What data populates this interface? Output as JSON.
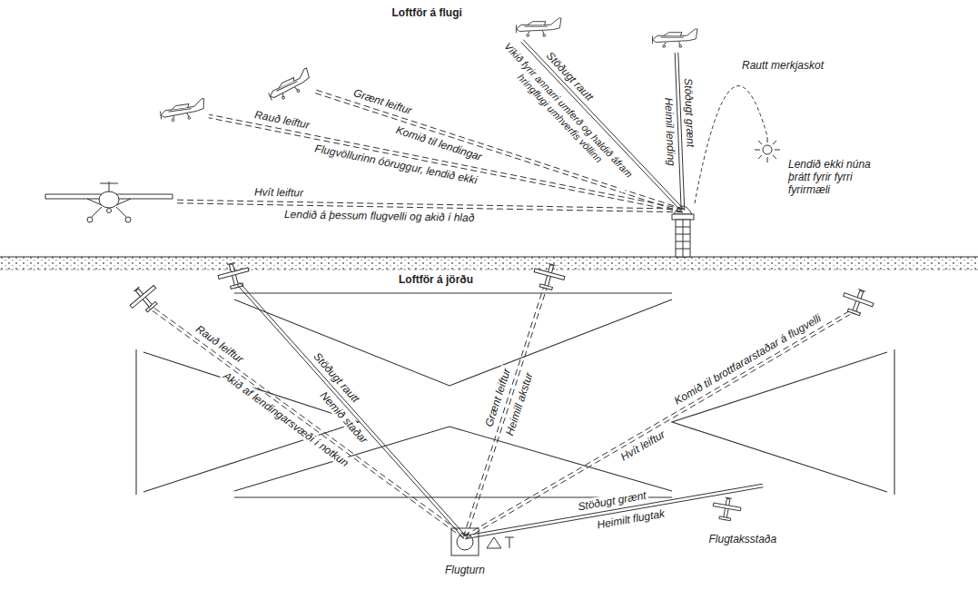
{
  "diagram": {
    "labels": [
      "Loftför á flugi",
      "Stöðugt rautt",
      "Víkið fyrir annarri umferð og haldið áfram hringflugi umhverfis völlinn",
      "Stöðugt grænt",
      "Heimil lending",
      "Grænt leiftur",
      "Komið til lendingar",
      "Rauð leiftur",
      "Flugvöllurinn óöruggur, lendið ekki",
      "Hvít leiftur",
      "Lendið á þessum flugvelli og akið í hlað",
      "Rautt merkjaskot",
      "Lendið ekki núna þrátt fyrir fyrri fyrirmæli",
      "Loftför á jörðu",
      "Rauð leiftur",
      "Akið af lendingarsvæði í notkun",
      "Stöðugt rautt",
      "Nemið staðar",
      "Grænt leiftur",
      "Heimill akstur",
      "Hvít leiftur",
      "Komið til brottfararstaðar á flugvelli",
      "Stöðugt grænt",
      "Heimilt flugtak",
      "Flugtaksstaða",
      "Flugturn"
    ]
  }
}
